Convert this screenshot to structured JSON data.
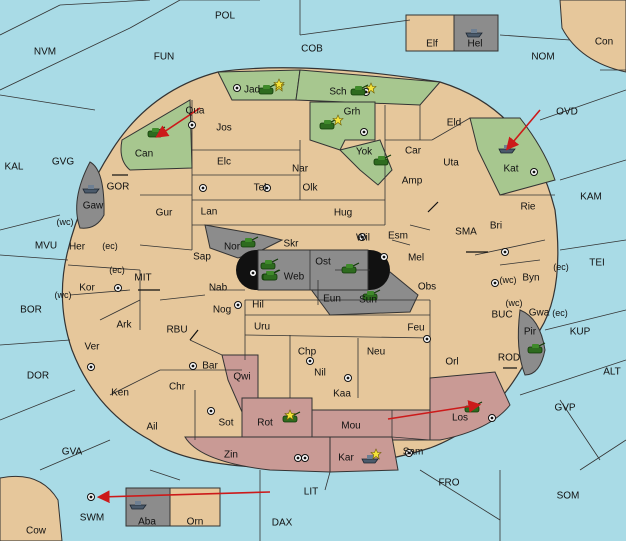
{
  "map": {
    "colors": {
      "sea": "#a9dbe6",
      "land": "#e6c79b",
      "green": "#a7c78f",
      "pink": "#c99a95",
      "gray": "#8c8c8c",
      "black": "#111111",
      "border": "#333333",
      "arrow": "#cc1a1a"
    },
    "regions": [
      {
        "key": "pol",
        "label": "POL"
      },
      {
        "key": "nvm",
        "label": "NVM"
      },
      {
        "key": "fun",
        "label": "FUN"
      },
      {
        "key": "cob",
        "label": "COB"
      },
      {
        "key": "nom",
        "label": "NOM"
      },
      {
        "key": "con",
        "label": "Con"
      },
      {
        "key": "elf",
        "label": "Elf"
      },
      {
        "key": "hel",
        "label": "Hel"
      },
      {
        "key": "ovd",
        "label": "OVD"
      },
      {
        "key": "kal",
        "label": "KAL"
      },
      {
        "key": "gvg",
        "label": "GVG"
      },
      {
        "key": "jad",
        "label": "Jad"
      },
      {
        "key": "sch",
        "label": "Sch"
      },
      {
        "key": "qua",
        "label": "Qua"
      },
      {
        "key": "jos",
        "label": "Jos"
      },
      {
        "key": "grh",
        "label": "Grh"
      },
      {
        "key": "eld",
        "label": "Eld"
      },
      {
        "key": "can",
        "label": "Can"
      },
      {
        "key": "yok",
        "label": "Yok"
      },
      {
        "key": "car",
        "label": "Car"
      },
      {
        "key": "elc",
        "label": "Elc"
      },
      {
        "key": "nar",
        "label": "Nar"
      },
      {
        "key": "uta",
        "label": "Uta"
      },
      {
        "key": "kat",
        "label": "Kat"
      },
      {
        "key": "gor",
        "label": "GOR"
      },
      {
        "key": "tel",
        "label": "Tel"
      },
      {
        "key": "olk",
        "label": "Olk"
      },
      {
        "key": "amp",
        "label": "Amp"
      },
      {
        "key": "kam",
        "label": "KAM"
      },
      {
        "key": "gaw",
        "label": "Gaw"
      },
      {
        "key": "gur",
        "label": "Gur"
      },
      {
        "key": "lan",
        "label": "Lan"
      },
      {
        "key": "hug",
        "label": "Hug"
      },
      {
        "key": "rie",
        "label": "Rie"
      },
      {
        "key": "bri",
        "label": "Bri"
      },
      {
        "key": "sma",
        "label": "SMA"
      },
      {
        "key": "wil",
        "label": "Wil"
      },
      {
        "key": "esm",
        "label": "Esm"
      },
      {
        "key": "nor",
        "label": "Nor"
      },
      {
        "key": "skr",
        "label": "Skr"
      },
      {
        "key": "ost",
        "label": "Ost"
      },
      {
        "key": "mel",
        "label": "Mel"
      },
      {
        "key": "her",
        "label": "Her"
      },
      {
        "key": "sap",
        "label": "Sap"
      },
      {
        "key": "web",
        "label": "Web"
      },
      {
        "key": "byn",
        "label": "Byn"
      },
      {
        "key": "tei",
        "label": "TEI"
      },
      {
        "key": "mvu",
        "label": "MVU"
      },
      {
        "key": "mit",
        "label": "MIT"
      },
      {
        "key": "kor",
        "label": "Kor"
      },
      {
        "key": "nab",
        "label": "Nab"
      },
      {
        "key": "eun",
        "label": "Eun"
      },
      {
        "key": "sun",
        "label": "Sun"
      },
      {
        "key": "obs",
        "label": "Obs"
      },
      {
        "key": "gwa",
        "label": "Gwa"
      },
      {
        "key": "hil",
        "label": "Hil"
      },
      {
        "key": "bor",
        "label": "BOR"
      },
      {
        "key": "nog",
        "label": "Nog"
      },
      {
        "key": "buc",
        "label": "BUC"
      },
      {
        "key": "pir",
        "label": "Pir"
      },
      {
        "key": "kup",
        "label": "KUP"
      },
      {
        "key": "ark",
        "label": "Ark"
      },
      {
        "key": "rbu",
        "label": "RBU"
      },
      {
        "key": "uru",
        "label": "Uru"
      },
      {
        "key": "feu",
        "label": "Feu"
      },
      {
        "key": "ver",
        "label": "Ver"
      },
      {
        "key": "chp",
        "label": "Chp"
      },
      {
        "key": "neu",
        "label": "Neu"
      },
      {
        "key": "rod",
        "label": "ROD"
      },
      {
        "key": "orl",
        "label": "Orl"
      },
      {
        "key": "bar",
        "label": "Bar"
      },
      {
        "key": "alt",
        "label": "ALT"
      },
      {
        "key": "dor",
        "label": "DOR"
      },
      {
        "key": "qwi",
        "label": "Qwi"
      },
      {
        "key": "nil",
        "label": "Nil"
      },
      {
        "key": "ken",
        "label": "Ken"
      },
      {
        "key": "chr",
        "label": "Chr"
      },
      {
        "key": "kaa",
        "label": "Kaa"
      },
      {
        "key": "gvp",
        "label": "GVP"
      },
      {
        "key": "los",
        "label": "Los"
      },
      {
        "key": "rot",
        "label": "Rot"
      },
      {
        "key": "ail",
        "label": "Ail"
      },
      {
        "key": "sot",
        "label": "Sot"
      },
      {
        "key": "mou",
        "label": "Mou"
      },
      {
        "key": "gva",
        "label": "GVA"
      },
      {
        "key": "zin",
        "label": "Zin"
      },
      {
        "key": "kar",
        "label": "Kar"
      },
      {
        "key": "sam",
        "label": "Sam"
      },
      {
        "key": "fro",
        "label": "FRO"
      },
      {
        "key": "lit",
        "label": "LIT"
      },
      {
        "key": "som",
        "label": "SOM"
      },
      {
        "key": "swm",
        "label": "SWM"
      },
      {
        "key": "aba",
        "label": "Aba"
      },
      {
        "key": "orn",
        "label": "Orn"
      },
      {
        "key": "cow",
        "label": "Cow"
      },
      {
        "key": "dax",
        "label": "DAX"
      }
    ],
    "coast_notes": [
      {
        "key": "her_wc",
        "label": "(wc)"
      },
      {
        "key": "her_ec",
        "label": "(ec)"
      },
      {
        "key": "kor_ec",
        "label": "(ec)"
      },
      {
        "key": "kor_wc",
        "label": "(wc)"
      },
      {
        "key": "byn_wc",
        "label": "(wc)"
      },
      {
        "key": "byn_ec",
        "label": "(ec)"
      },
      {
        "key": "gwa_wc",
        "label": "(wc)"
      },
      {
        "key": "gwa_ec",
        "label": "(ec)"
      }
    ],
    "unit_counts": {
      "armies": 14,
      "fleets": 5,
      "stars": 6
    }
  }
}
